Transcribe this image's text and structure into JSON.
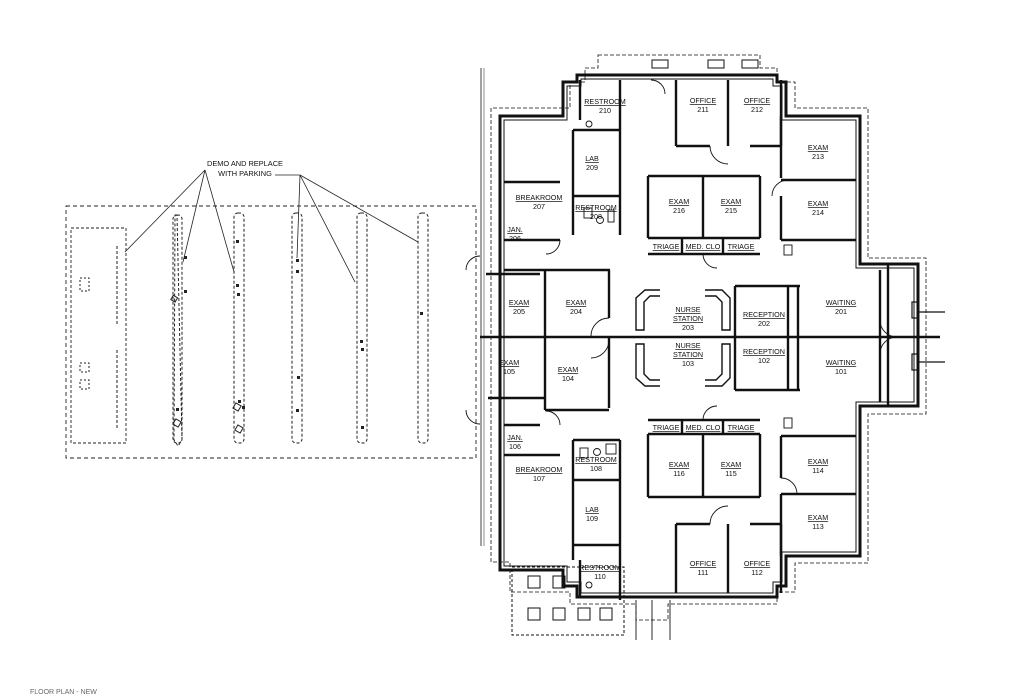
{
  "annotation": {
    "line1": "DEMO AND REPLACE",
    "line2": "WITH PARKING"
  },
  "footer_text": "FLOOR PLAN - NEW",
  "rooms": [
    {
      "id": "restroom-210",
      "name": "RESTROOM",
      "number": "210"
    },
    {
      "id": "office-211",
      "name": "OFFICE",
      "number": "211"
    },
    {
      "id": "office-212",
      "name": "OFFICE",
      "number": "212"
    },
    {
      "id": "exam-213",
      "name": "EXAM",
      "number": "213"
    },
    {
      "id": "lab-209",
      "name": "LAB",
      "number": "209"
    },
    {
      "id": "breakroom-207",
      "name": "BREAKROOM",
      "number": "207"
    },
    {
      "id": "restroom-208",
      "name": "RESTROOM",
      "number": "208"
    },
    {
      "id": "exam-216",
      "name": "EXAM",
      "number": "216"
    },
    {
      "id": "exam-215",
      "name": "EXAM",
      "number": "215"
    },
    {
      "id": "exam-214",
      "name": "EXAM",
      "number": "214"
    },
    {
      "id": "jan-206",
      "name": "JAN.",
      "number": "206"
    },
    {
      "id": "triage-2a",
      "name": "TRIAGE",
      "number": ""
    },
    {
      "id": "medclo-2",
      "name": "MED. CLO",
      "number": ""
    },
    {
      "id": "triage-2b",
      "name": "TRIAGE",
      "number": ""
    },
    {
      "id": "exam-205",
      "name": "EXAM",
      "number": "205"
    },
    {
      "id": "exam-204",
      "name": "EXAM",
      "number": "204"
    },
    {
      "id": "nurse-203",
      "name": "NURSE",
      "number": "203",
      "line2": "STATION"
    },
    {
      "id": "reception-202",
      "name": "RECEPTION",
      "number": "202"
    },
    {
      "id": "waiting-201",
      "name": "WAITING",
      "number": "201"
    },
    {
      "id": "exam-105",
      "name": "EXAM",
      "number": "105"
    },
    {
      "id": "exam-104",
      "name": "EXAM",
      "number": "104"
    },
    {
      "id": "nurse-103",
      "name": "NURSE",
      "number": "103",
      "line2": "STATION"
    },
    {
      "id": "reception-102",
      "name": "RECEPTION",
      "number": "102"
    },
    {
      "id": "waiting-101",
      "name": "WAITING",
      "number": "101"
    },
    {
      "id": "triage-1a",
      "name": "TRIAGE",
      "number": ""
    },
    {
      "id": "medclo-1",
      "name": "MED. CLO",
      "number": ""
    },
    {
      "id": "triage-1b",
      "name": "TRIAGE",
      "number": ""
    },
    {
      "id": "jan-106",
      "name": "JAN.",
      "number": "106"
    },
    {
      "id": "restroom-108",
      "name": "RESTROOM",
      "number": "108"
    },
    {
      "id": "breakroom-107",
      "name": "BREAKROOM",
      "number": "107"
    },
    {
      "id": "exam-116",
      "name": "EXAM",
      "number": "116"
    },
    {
      "id": "exam-115",
      "name": "EXAM",
      "number": "115"
    },
    {
      "id": "exam-114",
      "name": "EXAM",
      "number": "114"
    },
    {
      "id": "lab-109",
      "name": "LAB",
      "number": "109"
    },
    {
      "id": "exam-113",
      "name": "EXAM",
      "number": "113"
    },
    {
      "id": "restroom-110",
      "name": "RESTROOM",
      "number": "110"
    },
    {
      "id": "office-111",
      "name": "OFFICE",
      "number": "111"
    },
    {
      "id": "office-112",
      "name": "OFFICE",
      "number": "112"
    }
  ]
}
